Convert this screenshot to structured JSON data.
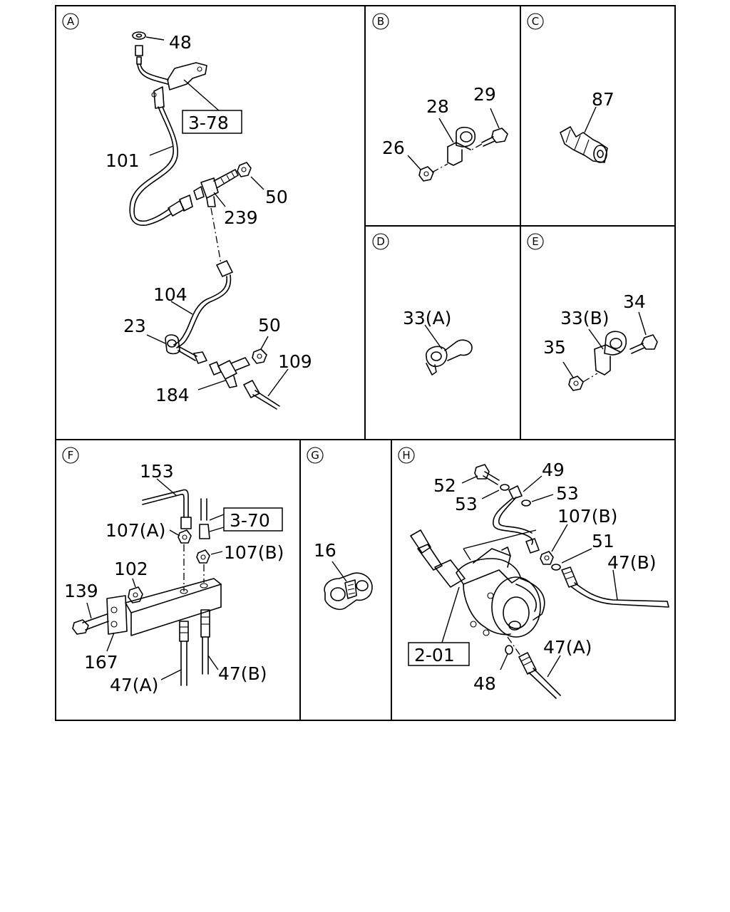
{
  "panels": {
    "A": {
      "letter": "A",
      "labels": {
        "p48": "48",
        "p378": "3-78",
        "p101": "101",
        "p50a": "50",
        "p239": "239",
        "p104": "104",
        "p23": "23",
        "p50b": "50",
        "p109": "109",
        "p184": "184"
      }
    },
    "B": {
      "letter": "B",
      "labels": {
        "p28": "28",
        "p29": "29",
        "p26": "26"
      }
    },
    "C": {
      "letter": "C",
      "labels": {
        "p87": "87"
      }
    },
    "D": {
      "letter": "D",
      "labels": {
        "p33a": "33(A)"
      }
    },
    "E": {
      "letter": "E",
      "labels": {
        "p33b": "33(B)",
        "p34": "34",
        "p35": "35"
      }
    },
    "F": {
      "letter": "F",
      "labels": {
        "p153": "153",
        "p370": "3-70",
        "p107a": "107(A)",
        "p107b": "107(B)",
        "p102": "102",
        "p139": "139",
        "p167": "167",
        "p47a": "47(A)",
        "p47b": "47(B)"
      }
    },
    "G": {
      "letter": "G",
      "labels": {
        "p16": "16"
      }
    },
    "H": {
      "letter": "H",
      "labels": {
        "p52": "52",
        "p49": "49",
        "p53a": "53",
        "p53b": "53",
        "p107b": "107(B)",
        "p51": "51",
        "p47b": "47(B)",
        "p201": "2-01",
        "p47a": "47(A)",
        "p48": "48"
      }
    }
  }
}
